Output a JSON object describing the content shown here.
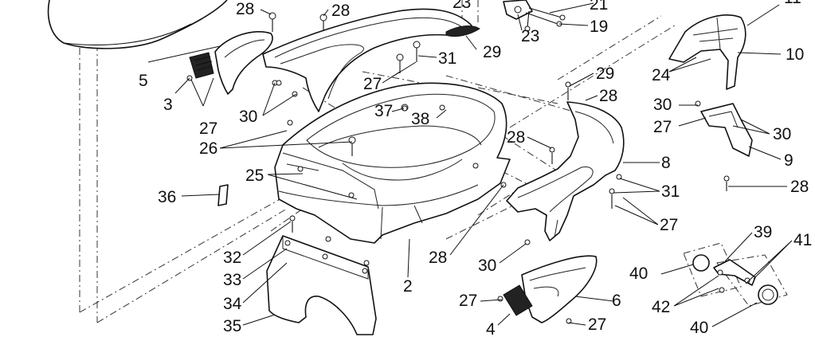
{
  "labels": {
    "l1": "28",
    "l2": "28",
    "l3": "23",
    "l4": "21",
    "l5": "19",
    "l6": "23",
    "l7": "29",
    "l8": "31",
    "l9": "5",
    "l10": "3",
    "l11": "27",
    "l12": "30",
    "l13": "26",
    "l14": "27",
    "l15": "37",
    "l16": "38",
    "l17": "29",
    "l18": "28",
    "l19": "28",
    "l20": "25",
    "l21": "36",
    "l22": "32",
    "l23": "33",
    "l24": "34",
    "l25": "35",
    "l26": "2",
    "l27": "28",
    "l28": "30",
    "l29": "27",
    "l30": "4",
    "l31": "6",
    "l32": "27",
    "l33": "8",
    "l34": "31",
    "l35": "27",
    "l36": "11",
    "l37": "10",
    "l38": "24",
    "l39": "30",
    "l40": "27",
    "l41": "30",
    "l42": "9",
    "l43": "28",
    "l44": "39",
    "l45": "41",
    "l46": "40",
    "l47": "42",
    "l48": "40"
  }
}
